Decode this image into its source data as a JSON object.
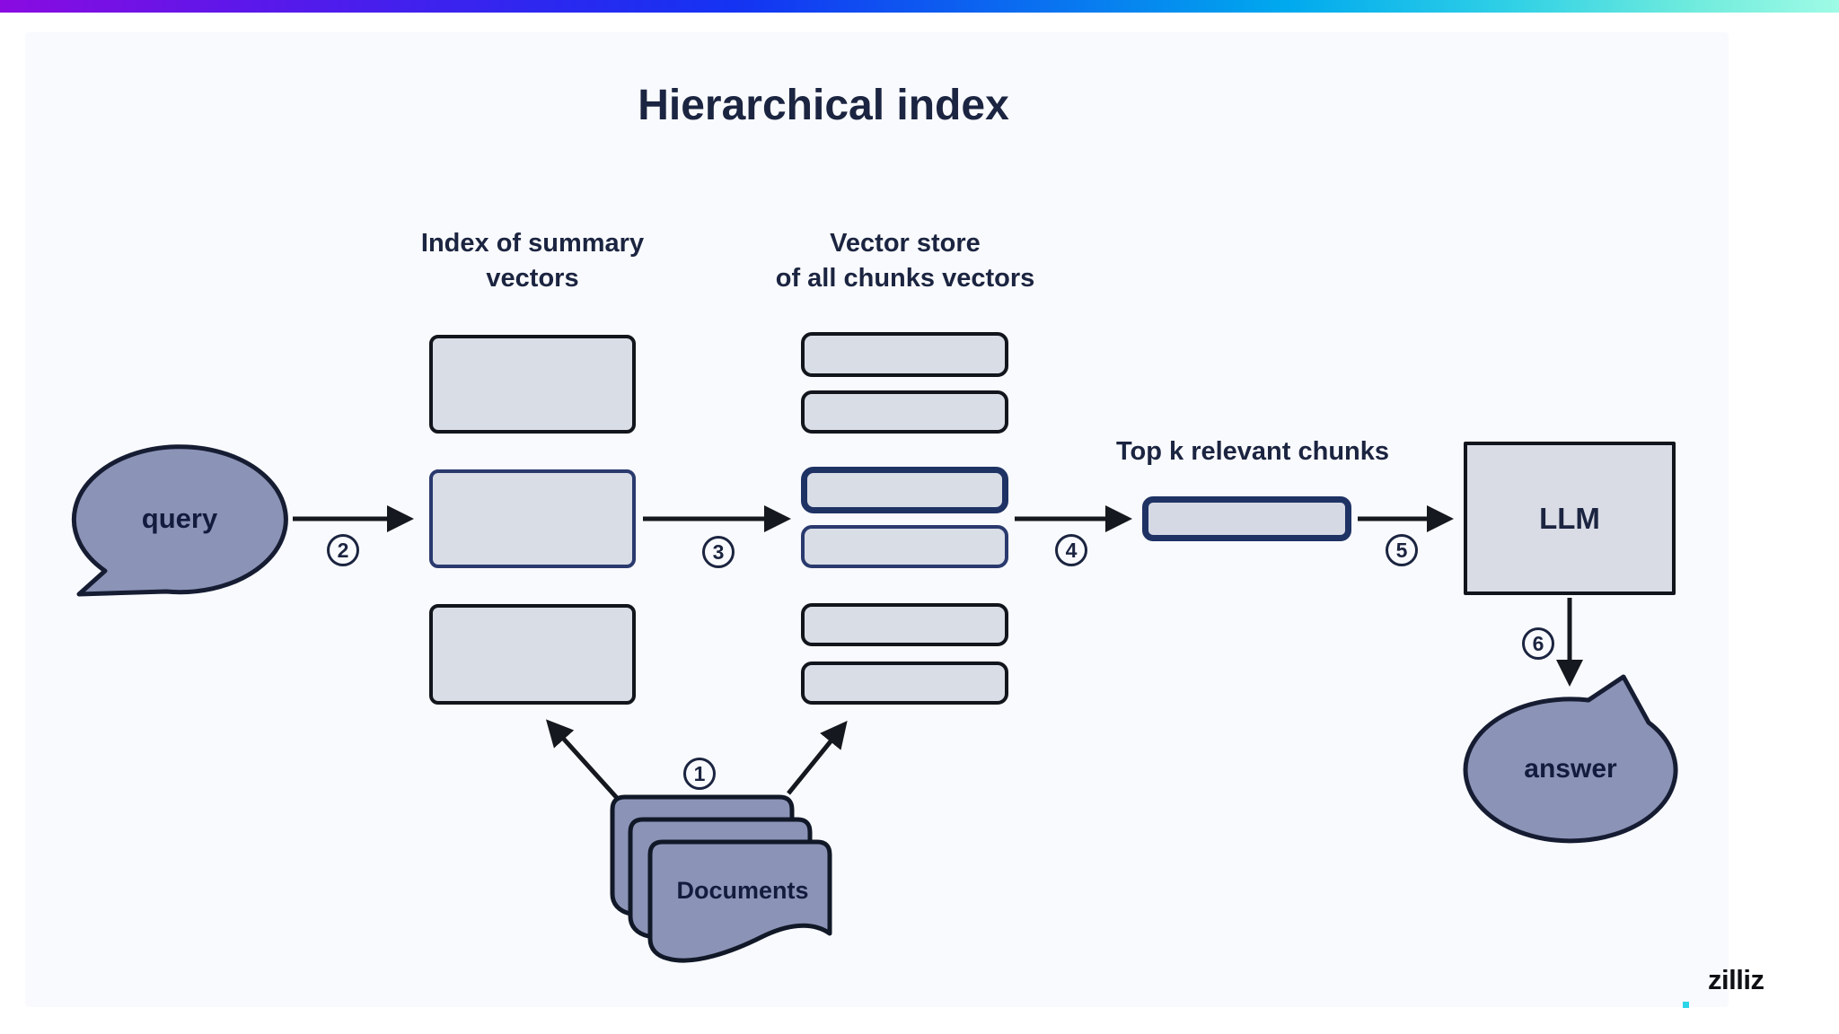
{
  "title": "Hierarchical index",
  "columns": {
    "summary_index": {
      "header_line1": "Index of summary",
      "header_line2": "vectors"
    },
    "vector_store": {
      "header_line1": "Vector store",
      "header_line2": "of all chunks vectors"
    }
  },
  "nodes": {
    "query": "query",
    "llm": "LLM",
    "answer": "answer",
    "documents": "Documents",
    "top_k_label": "Top k relevant chunks"
  },
  "steps": {
    "s1": "1",
    "s2": "2",
    "s3": "3",
    "s4": "4",
    "s5": "5",
    "s6": "6"
  },
  "footer": {
    "logo": "zilliz"
  },
  "colors": {
    "top_gradient": [
      "#8A0BE1",
      "#1433F2",
      "#00A9EE",
      "#9FFBE5"
    ],
    "node_fill": "#D9DDE6",
    "bubble_fill": "#8B94B7",
    "navy_text": "#1B2440",
    "border_dark": "#12151C",
    "border_navy": "#2A3A6E",
    "highlight_navy": "#1E3264",
    "logo_accent": "#2BD6E8"
  }
}
